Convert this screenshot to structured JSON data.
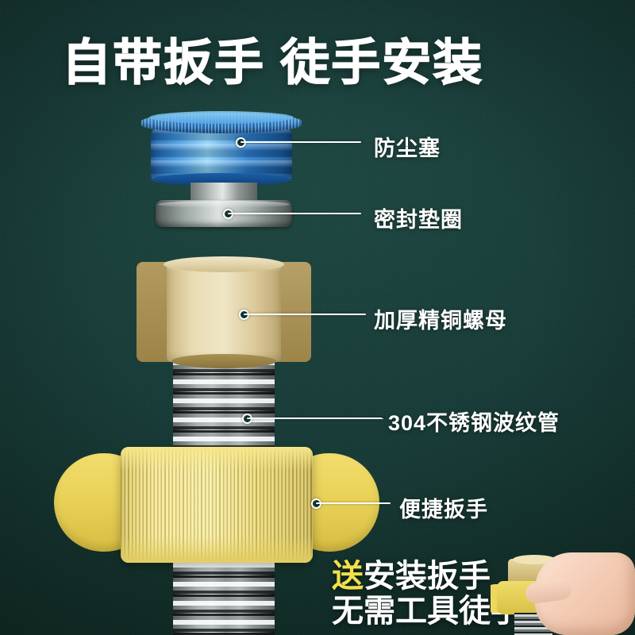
{
  "page": {
    "title": "自带扳手 徒手安装",
    "background_color": "#173c38"
  },
  "callouts": [
    {
      "id": "dust-plug",
      "label": "防尘塞",
      "leader": "solid"
    },
    {
      "id": "gasket",
      "label": "密封垫圈",
      "leader": "solid"
    },
    {
      "id": "brass-nut",
      "label": "加厚精铜螺母",
      "leader": "solid"
    },
    {
      "id": "steel-hose",
      "label": "304不锈钢波纹管",
      "leader": "dashed"
    },
    {
      "id": "wrench",
      "label": "便捷扳手",
      "leader": "solid"
    }
  ],
  "promo": {
    "line1_highlight": "送",
    "line1_rest": "安装扳手",
    "line2": "无需工具徒手安",
    "highlight_color": "#f2e14a",
    "text_color": "#ffffff"
  },
  "parts": {
    "dust_plug_color": "#2f86d6",
    "gasket_color": "#aab3b0",
    "nut_color": "#e8dcb4",
    "hose_color": "#c9d1d1",
    "wrench_color": "#f4e27c"
  }
}
